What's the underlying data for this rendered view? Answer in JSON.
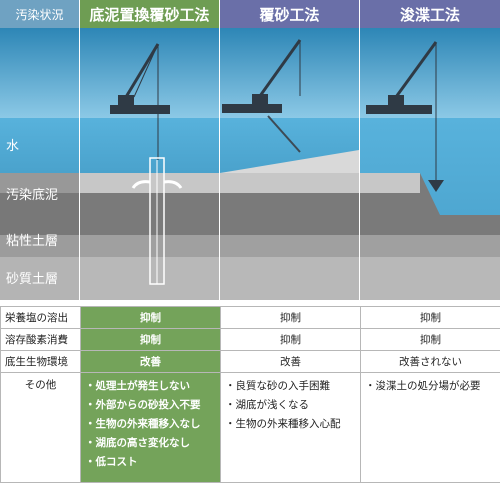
{
  "header": {
    "label": "汚染状況",
    "methods": [
      "底泥置換覆砂工法",
      "覆砂工法",
      "浚渫工法"
    ]
  },
  "layers": {
    "water": "水",
    "contaminated_sludge": "汚染底泥",
    "clay": "粘性土層",
    "sand": "砂質土層"
  },
  "colors": {
    "highlight_green": "#74a35a",
    "header_purple": "#6a6fa8",
    "water_blue": "#5fb4dc"
  },
  "table": {
    "rows": [
      {
        "label": "栄養塩の溶出",
        "a": "抑制",
        "b": "抑制",
        "c": "抑制"
      },
      {
        "label": "溶存酸素消費",
        "a": "抑制",
        "b": "抑制",
        "c": "抑制"
      },
      {
        "label": "底生生物環境",
        "a": "改善",
        "b": "改善",
        "c": "改善されない"
      }
    ],
    "other": {
      "label": "その他",
      "a": [
        "処理土が発生しない",
        "外部からの砂投入不要",
        "生物の外来種移入なし",
        "湖底の高さ変化なし",
        "低コスト"
      ],
      "b": [
        "良質な砂の入手困難",
        "湖底が浅くなる",
        "生物の外来種移入心配"
      ],
      "c": [
        "浚渫土の処分場が必要"
      ]
    }
  }
}
